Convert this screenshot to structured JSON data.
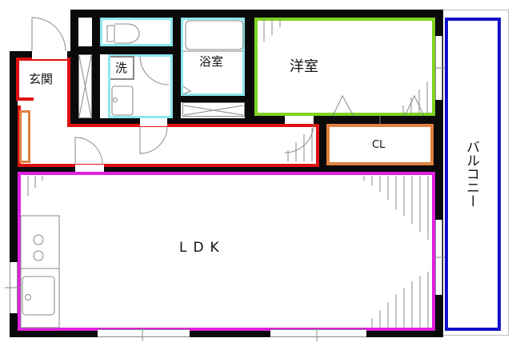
{
  "floorplan": {
    "rooms": {
      "genkan": {
        "label": "玄関",
        "color": "#e01010"
      },
      "washroom": {
        "label": "洗",
        "color": "#8ee6ee"
      },
      "bathroom": {
        "label": "浴室",
        "color": "#8ee6ee"
      },
      "toilet": {
        "label": "",
        "color": "#8ee6ee"
      },
      "western_room": {
        "label": "洋室",
        "color": "#7ed321"
      },
      "closet": {
        "label": "CL",
        "color": "#e08040"
      },
      "ldk": {
        "label": "LDK",
        "color": "#e020e0"
      },
      "balcony": {
        "label": "バルコニー",
        "color": "#1010c8"
      }
    },
    "wall_color": "#0a0a0a"
  }
}
